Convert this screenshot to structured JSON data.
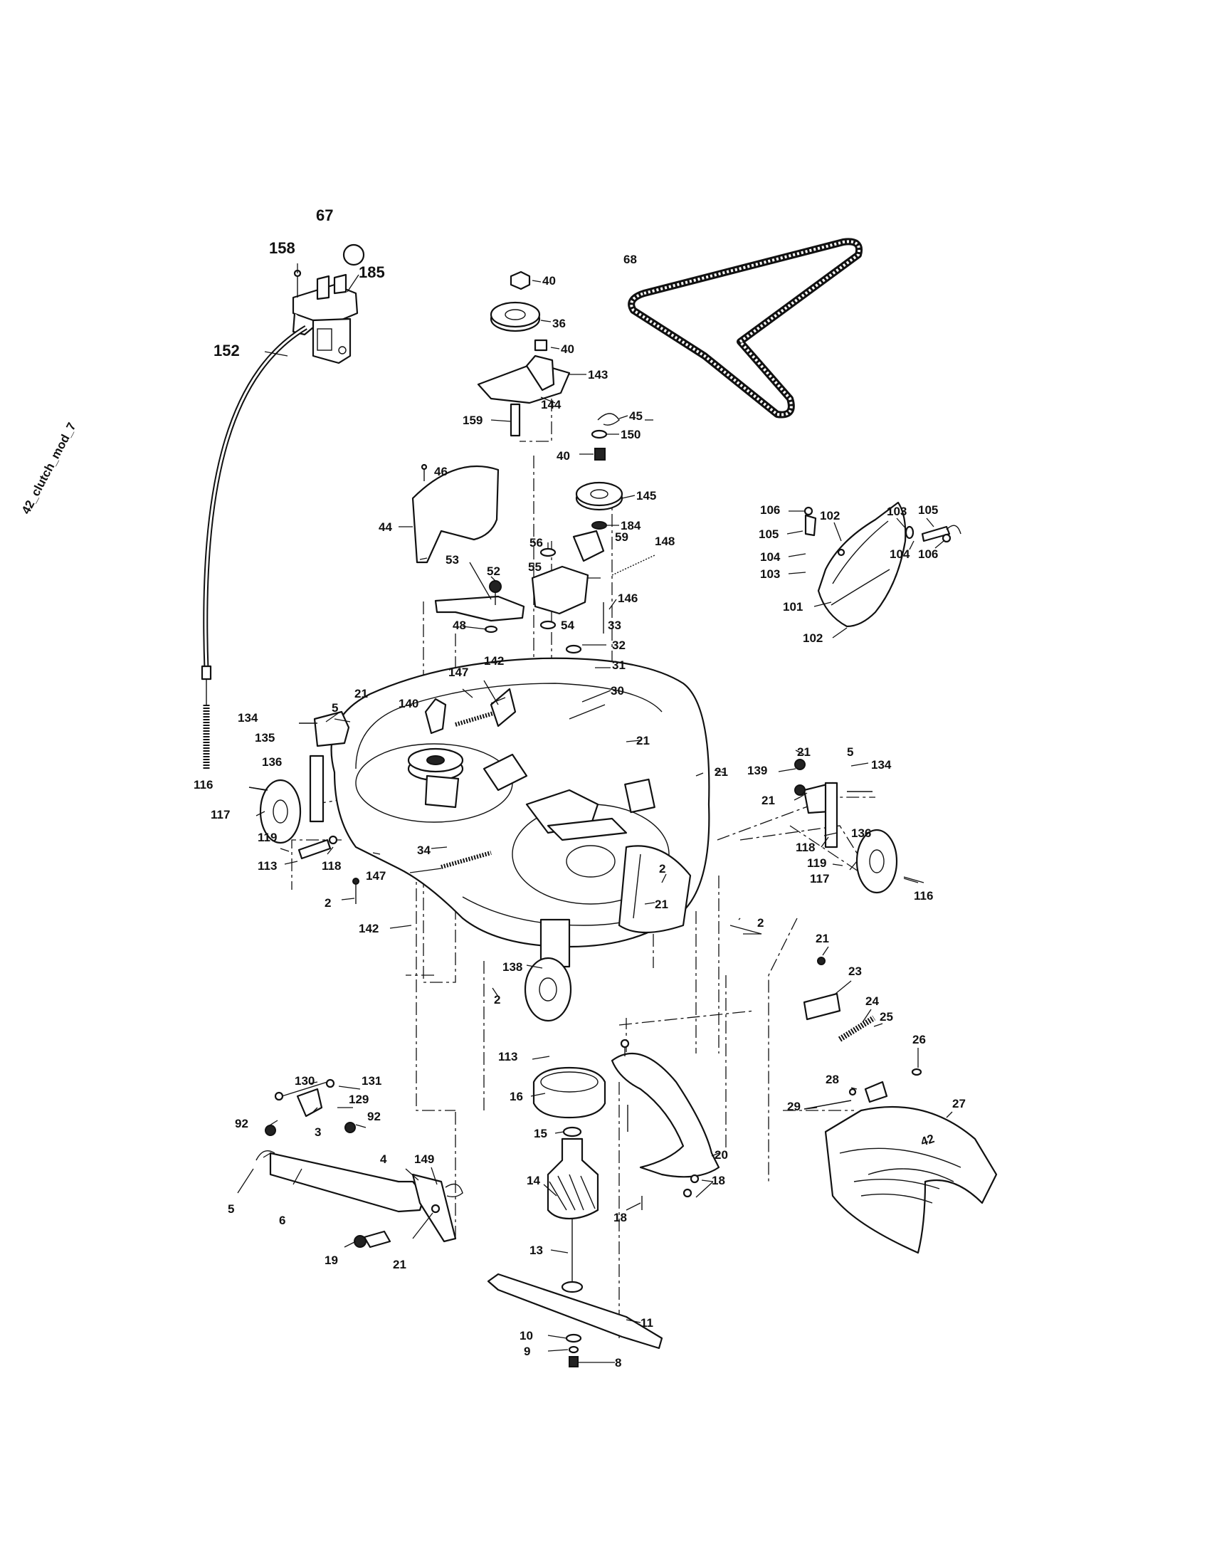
{
  "diagram": {
    "labels": [
      "67",
      "158",
      "185",
      "152",
      "40",
      "36",
      "40",
      "143",
      "144",
      "159",
      "45",
      "150",
      "40",
      "68",
      "46",
      "44",
      "145",
      "184",
      "56",
      "59",
      "148",
      "55",
      "53",
      "52",
      "48",
      "146",
      "54",
      "33",
      "32",
      "31",
      "147",
      "142",
      "21",
      "5",
      "134",
      "135",
      "140",
      "30",
      "136",
      "116",
      "117",
      "119",
      "113",
      "118",
      "34",
      "147",
      "2",
      "142",
      "21",
      "21",
      "21",
      "5",
      "134",
      "139",
      "21",
      "136",
      "118",
      "119",
      "117",
      "116",
      "2",
      "21",
      "2",
      "138",
      "2",
      "113",
      "16",
      "15",
      "14",
      "13",
      "11",
      "10",
      "9",
      "8",
      "18",
      "18",
      "20",
      "130",
      "131",
      "129",
      "92",
      "92",
      "3",
      "5",
      "6",
      "4",
      "149",
      "19",
      "21",
      "21",
      "23",
      "24",
      "25",
      "26",
      "28",
      "29",
      "27",
      "106",
      "102",
      "105",
      "103",
      "104",
      "103",
      "101",
      "102",
      "105",
      "104",
      "106"
    ],
    "cable_marking": "42_clutch_mod_7",
    "deck_marking": "42"
  }
}
